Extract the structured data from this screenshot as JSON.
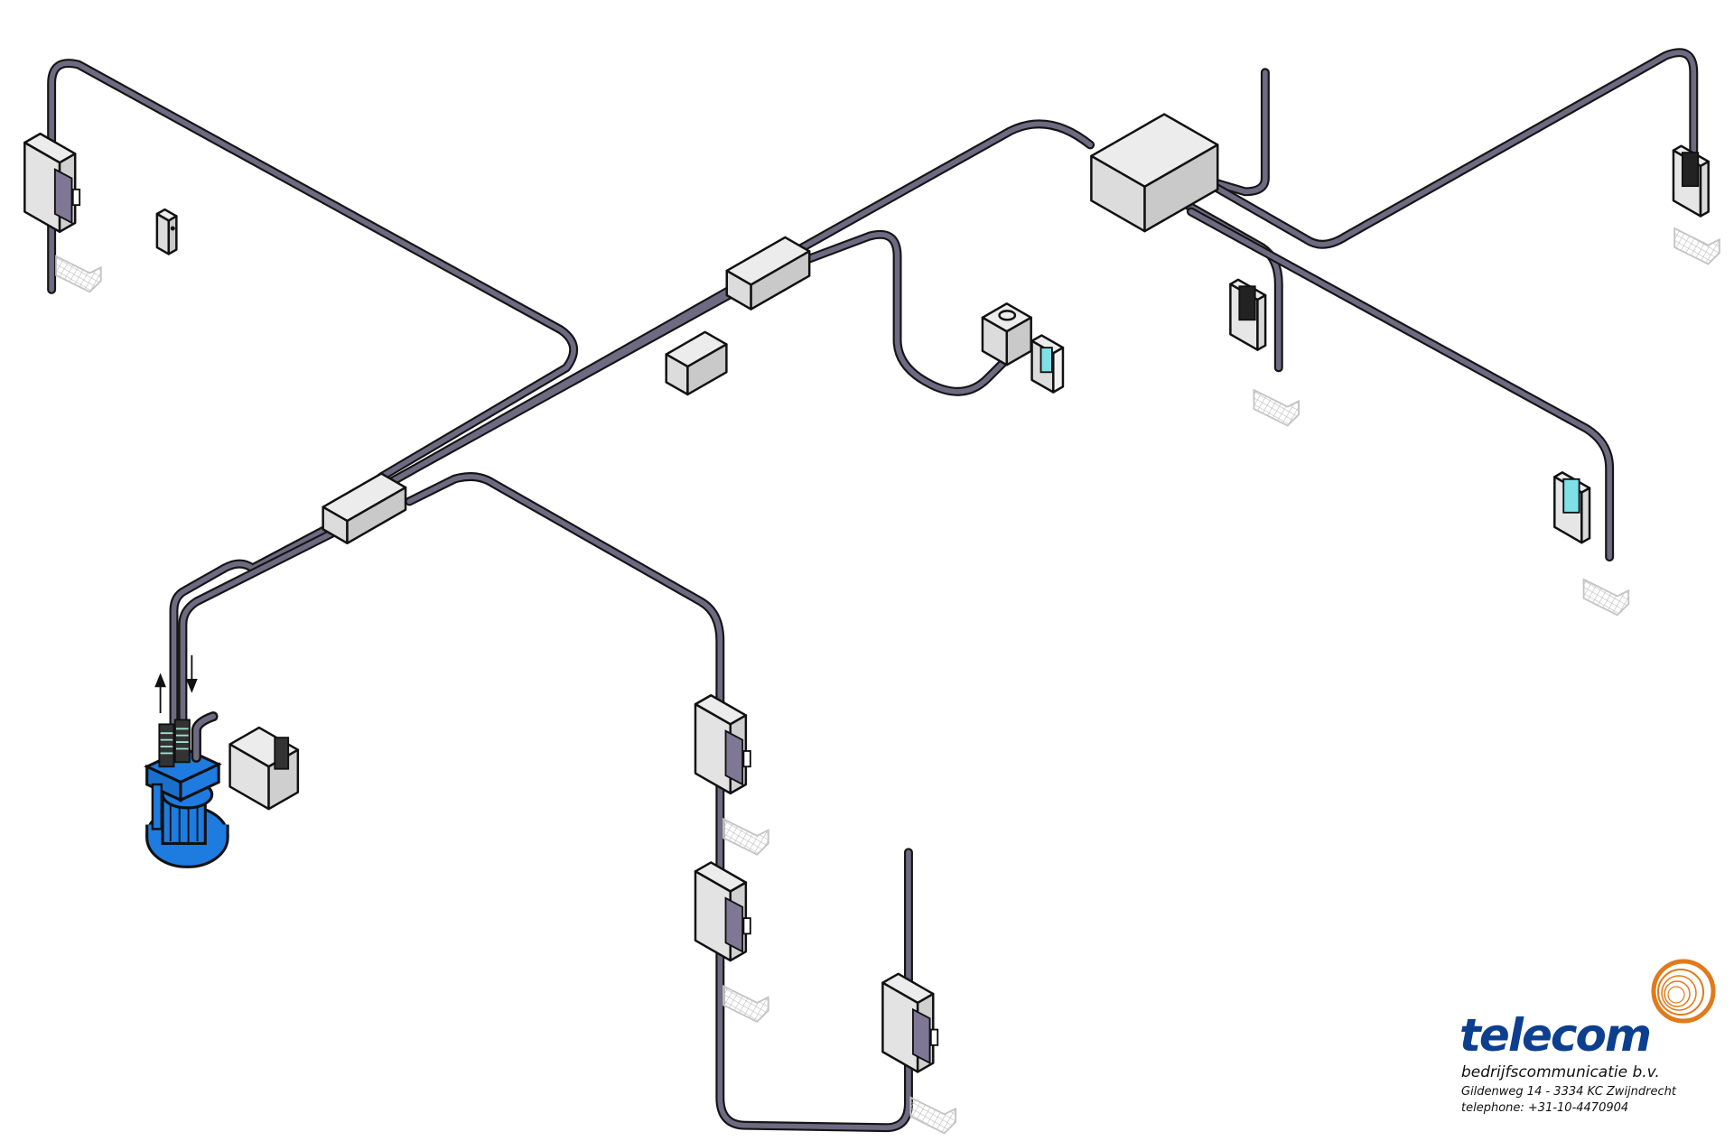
{
  "logo": {
    "brand": "telecom",
    "subtitle": "bedrijfscommunicatie b.v.",
    "address": "Gildenweg 14 - 3334 KC  Zwijndrecht",
    "telephone": "telephone: +31-10-4470904"
  },
  "colors": {
    "pipe": "#6e6a82",
    "pump": "#1e7be0",
    "brand": "#0d3f8f",
    "logo_rings": "#e07a1a",
    "panel": "#7f7894",
    "display": "#7fe0e8"
  }
}
